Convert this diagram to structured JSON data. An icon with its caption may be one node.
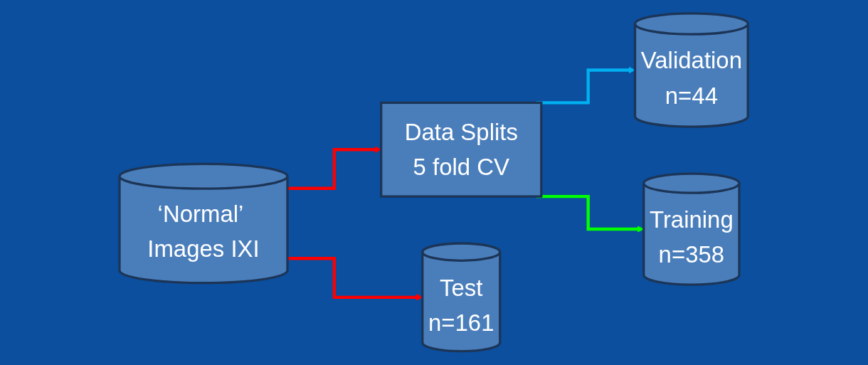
{
  "diagram": {
    "nodes": [
      {
        "text": [
          "‘Normal’ Images IXI"
        ]
      },
      {
        "text": [
          "Data Splits",
          "5 fold CV"
        ]
      },
      {
        "text": [
          "Validation",
          "n=44"
        ]
      },
      {
        "text": [
          "Test",
          "n=161"
        ]
      },
      {
        "text": [
          "Training",
          "n=358"
        ]
      }
    ],
    "edges": [
      {
        "from": 0,
        "to": 1,
        "arrow": "to",
        "color": "#ff0000"
      },
      {
        "from": 0,
        "to": 3,
        "arrow": "to",
        "color": "#ff0000"
      },
      {
        "from": 1,
        "to": 2,
        "arrow": "to",
        "color": "#00b0f0"
      },
      {
        "from": 1,
        "to": 4,
        "arrow": "to",
        "color": "#00ff00"
      }
    ]
  }
}
